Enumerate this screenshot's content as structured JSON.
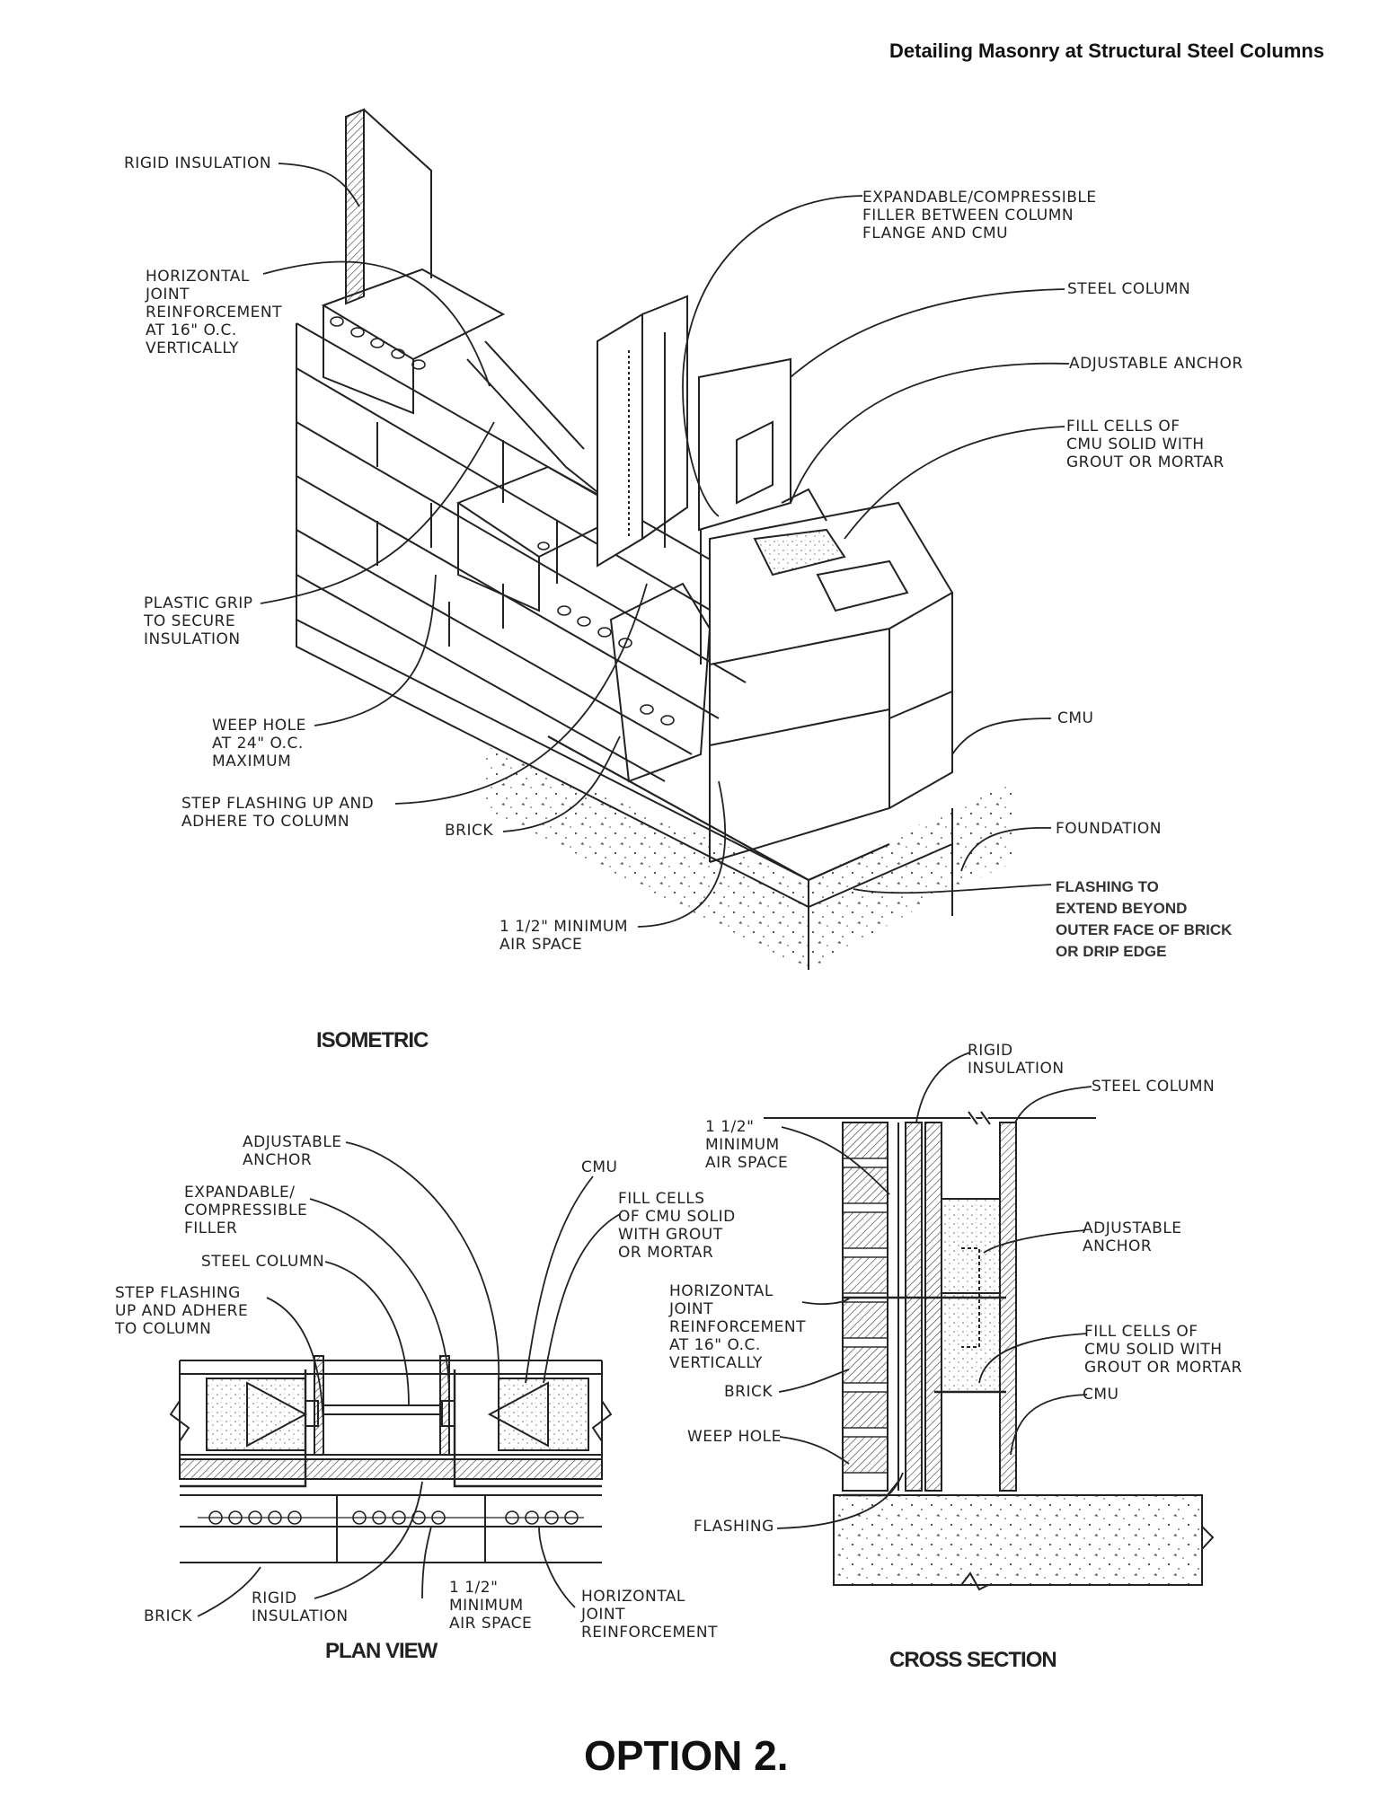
{
  "document_title": "Detailing Masonry at Structural Steel Columns",
  "option_label": "OPTION 2.",
  "isometric": {
    "title": "ISOMETRIC",
    "labels": {
      "rigid_insulation": "RIGID INSULATION",
      "horizontal_joint": "HORIZONTAL\nJOINT\nREINFORCEMENT\nAT 16\" O.C.\nVERTICALLY",
      "expandable_filler": "EXPANDABLE/COMPRESSIBLE\nFILLER BETWEEN COLUMN\nFLANGE AND CMU",
      "steel_column": "STEEL COLUMN",
      "adjustable_anchor": "ADJUSTABLE ANCHOR",
      "fill_cells": "FILL CELLS OF\nCMU SOLID WITH\nGROUT OR MORTAR",
      "plastic_grip": "PLASTIC GRIP\nTO SECURE\nINSULATION",
      "weep_hole": "WEEP HOLE\nAT 24\" O.C.\nMAXIMUM",
      "step_flashing": "STEP FLASHING UP AND\nADHERE TO COLUMN",
      "brick": "BRICK",
      "cmu": "CMU",
      "foundation": "FOUNDATION",
      "flashing_extend": "FLASHING TO\nEXTEND BEYOND\nOUTER FACE OF BRICK\nOR DRIP EDGE",
      "air_space": "1 1/2\" MINIMUM\nAIR SPACE"
    }
  },
  "plan_view": {
    "title": "PLAN VIEW",
    "labels": {
      "adjustable_anchor": "ADJUSTABLE\nANCHOR",
      "expandable_filler": "EXPANDABLE/\nCOMPRESSIBLE\nFILLER",
      "steel_column": "STEEL COLUMN",
      "step_flashing": "STEP FLASHING\nUP AND ADHERE\nTO COLUMN",
      "cmu": "CMU",
      "fill_cells": "FILL CELLS\nOF CMU SOLID\nWITH GROUT\nOR MORTAR",
      "brick": "BRICK",
      "rigid_insulation": "RIGID\nINSULATION",
      "air_space": "1 1/2\"\nMINIMUM\nAIR SPACE",
      "horizontal_joint": "HORIZONTAL\nJOINT\nREINFORCEMENT"
    }
  },
  "cross_section": {
    "title": "CROSS SECTION",
    "labels": {
      "rigid_insulation": "RIGID\nINSULATION",
      "steel_column": "STEEL COLUMN",
      "air_space": "1 1/2\"\nMINIMUM\nAIR SPACE",
      "adjustable_anchor": "ADJUSTABLE\nANCHOR",
      "horizontal_joint": "HORIZONTAL\nJOINT\nREINFORCEMENT\nAT 16\" O.C.\nVERTICALLY",
      "fill_cells": "FILL CELLS OF\nCMU SOLID WITH\nGROUT OR MORTAR",
      "brick": "BRICK",
      "cmu": "CMU",
      "weep_hole": "WEEP HOLE",
      "flashing": "FLASHING"
    }
  }
}
